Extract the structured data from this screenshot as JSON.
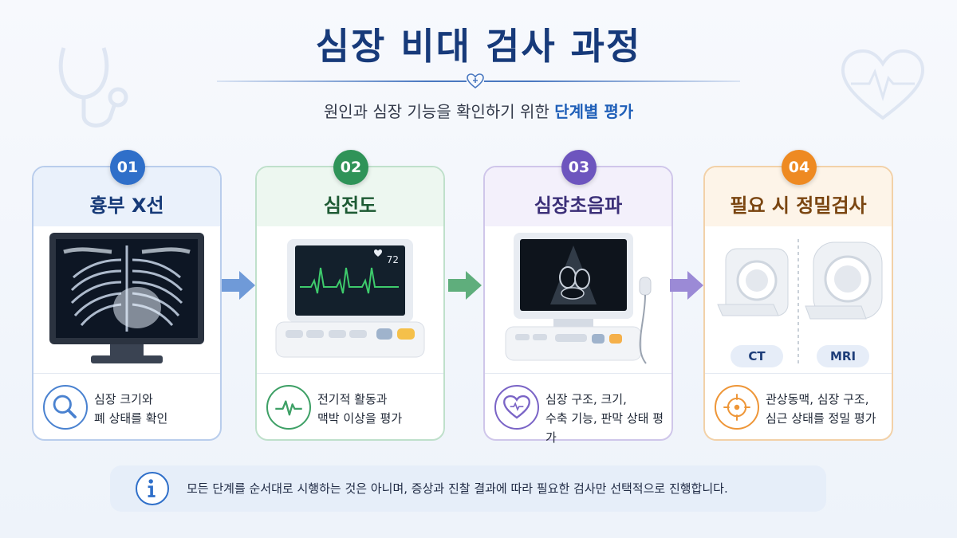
{
  "header": {
    "title": "심장 비대 검사 과정",
    "subtitle_pre": "원인과 심장 기능을 확인하기 위한 ",
    "subtitle_highlight": "단계별 평가"
  },
  "steps": [
    {
      "number": "01",
      "title": "흉부 X선",
      "desc_line1": "심장 크기와",
      "desc_line2": "폐 상태를 확인",
      "icon": "magnifier-icon",
      "accent": "#2f6fc9"
    },
    {
      "number": "02",
      "title": "심전도",
      "desc_line1": "전기적 활동과",
      "desc_line2": "맥박 이상을 평가",
      "icon": "ecg-wave-icon",
      "accent": "#2f9358"
    },
    {
      "number": "03",
      "title": "심장초음파",
      "desc_line1": "심장 구조, 크기,",
      "desc_line2": "수축 기능, 판막 상태 평가",
      "icon": "heart-icon",
      "accent": "#6d55be"
    },
    {
      "number": "04",
      "title": "필요 시 정밀검사",
      "desc_line1": "관상동맥, 심장 구조,",
      "desc_line2": "심근 상태를 정밀 평가",
      "icon": "target-icon",
      "accent": "#ee8a22",
      "tags": [
        "CT",
        "MRI"
      ]
    }
  ],
  "ecg_monitor": {
    "heart_rate": "72"
  },
  "note": {
    "text": "모든 단계를 순서대로 시행하는 것은 아니며, 증상과 진찰 결과에 따라 필요한 검사만 선택적으로 진행합니다.",
    "icon": "info-icon"
  }
}
